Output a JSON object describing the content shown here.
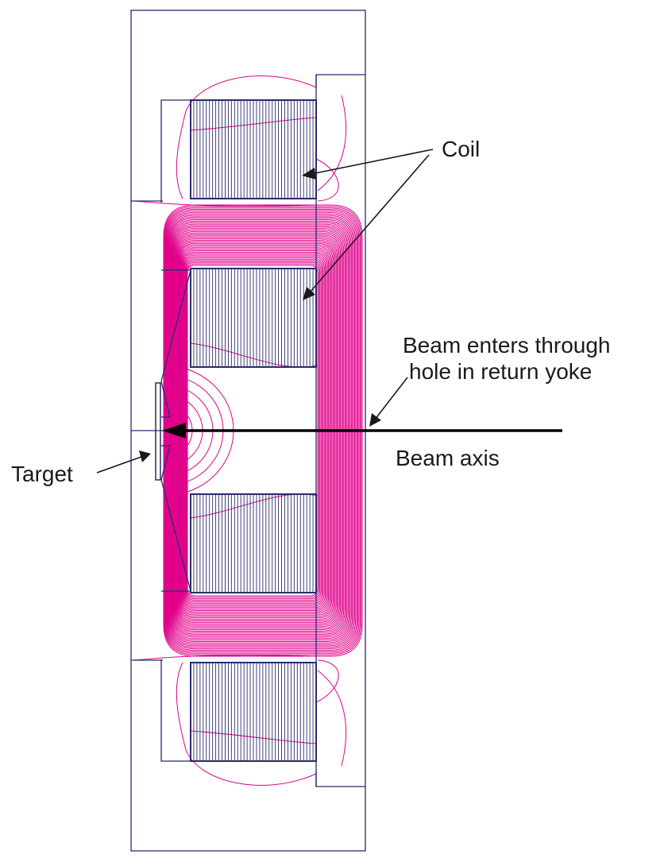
{
  "labels": {
    "coil": "Coil",
    "beam_enters_line1": "Beam enters through",
    "beam_enters_line2": "hole in return yoke",
    "beam_axis": "Beam axis",
    "target": "Target"
  },
  "colors": {
    "outline": "#2b2b6e",
    "field_line": "#e0008a",
    "text": "#1a1a1a",
    "beam": "#000000",
    "background": "#ffffff"
  }
}
